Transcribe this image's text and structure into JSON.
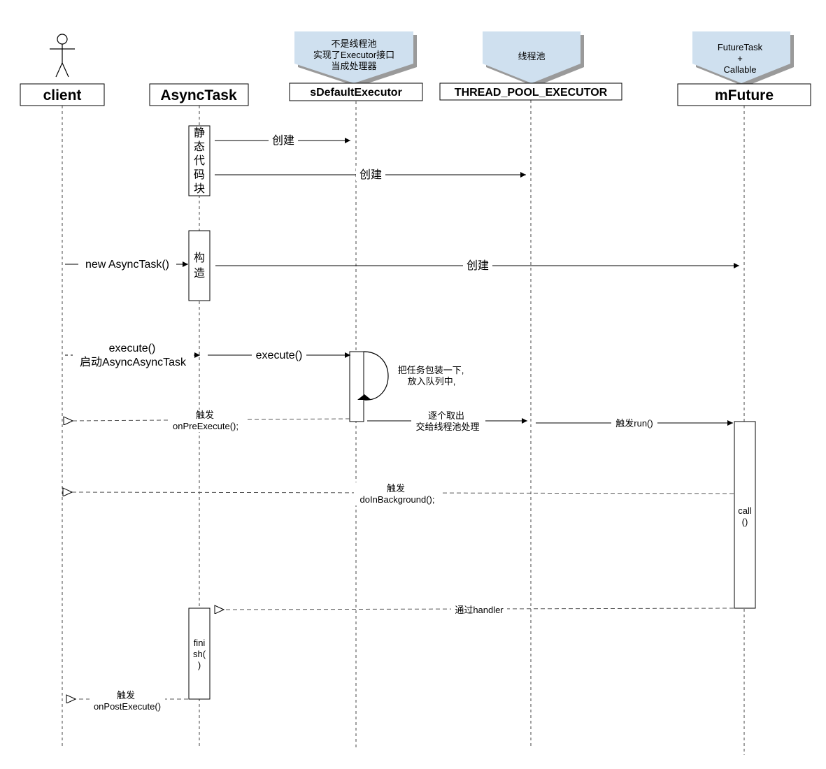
{
  "participants": {
    "client": "client",
    "asynctask": "AsyncTask",
    "sdefault": "sDefaultExecutor",
    "threadpool": "THREAD_POOL_EXECUTOR",
    "mfuture": "mFuture"
  },
  "notes": {
    "sdefault": [
      "不是线程池",
      "实现了Executor接口",
      "当成处理器"
    ],
    "threadpool": [
      "线程池"
    ],
    "mfuture": [
      "FutureTask",
      "+",
      "Callable"
    ]
  },
  "activations": {
    "static_block": [
      "静",
      "态",
      "代",
      "码",
      "块"
    ],
    "constructor": [
      "构",
      "造"
    ],
    "call": [
      "call",
      "()"
    ],
    "finish": [
      "fini",
      "sh(",
      ")"
    ]
  },
  "messages": {
    "create1": "创建",
    "create2": "创建",
    "new_task": "new AsyncTask()",
    "create3": "创建",
    "execute_client": [
      "execute()",
      "启动AsyncAsyncTask"
    ],
    "execute_internal": "execute()",
    "self_wrap": [
      "把任务包装一下,",
      "放入队列中,"
    ],
    "onpre": [
      "触发",
      "onPreExecute();"
    ],
    "to_pool": [
      "逐个取出",
      "交给线程池处理"
    ],
    "trigger_run": "触发run()",
    "doinbg": [
      "触发",
      "doInBackground();"
    ],
    "via_handler": "通过handler",
    "onpost": [
      "触发",
      "onPostExecute()"
    ]
  },
  "colors": {
    "note_fill": "#cfe0ef",
    "note_shadow": "#9a9a9a",
    "line": "#000000",
    "dash": "#555555"
  }
}
